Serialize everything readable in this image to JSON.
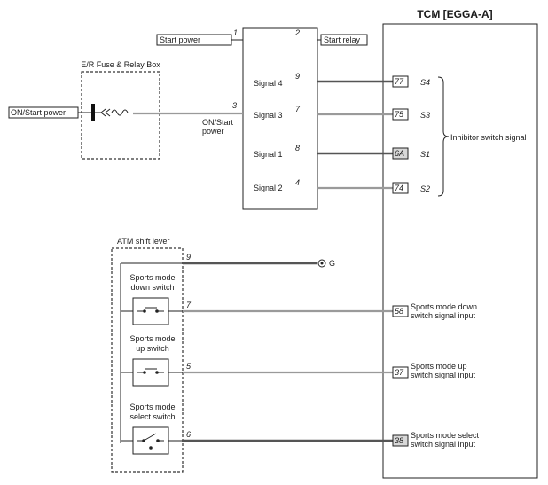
{
  "tcm": {
    "title": "TCM [EGGA-A]"
  },
  "switch_block": {
    "signals": [
      "Signal 4",
      "Signal 3",
      "Signal 1",
      "Signal 2"
    ],
    "top_left_pin": "1",
    "top_right_pin": "2",
    "input_pin": "3",
    "signal_pins": [
      "9",
      "7",
      "8",
      "4"
    ]
  },
  "labels": {
    "start_power": "Start power",
    "start_relay": "Start relay",
    "on_start_power": "ON/Start power",
    "on_start_wire_line1": "ON/Start",
    "on_start_wire_line2": "power",
    "fuse_box": "E/R Fuse & Relay Box",
    "atm_shift_lever": "ATM shift lever",
    "inhibitor": "Inhibitor switch signal"
  },
  "tcm_terminals": [
    {
      "pin": "77",
      "signal": "S4"
    },
    {
      "pin": "75",
      "signal": "S3"
    },
    {
      "pin": "6A",
      "signal": "S1"
    },
    {
      "pin": "74",
      "signal": "S2"
    }
  ],
  "shift_lever": {
    "ground_pin": "9",
    "switches": [
      {
        "line1": "Sports mode",
        "line2": "down switch",
        "wire_pin": "7",
        "tcm_pin": "58",
        "in1": "Sports mode down",
        "in2": "switch signal input"
      },
      {
        "line1": "Sports mode",
        "line2": "up switch",
        "wire_pin": "5",
        "tcm_pin": "37",
        "in1": "Sports mode up",
        "in2": "switch signal input"
      },
      {
        "line1": "Sports mode",
        "line2": "select switch",
        "wire_pin": "6",
        "tcm_pin": "38",
        "in1": "Sports mode select",
        "in2": "switch signal input"
      }
    ]
  },
  "ground_label": "G"
}
